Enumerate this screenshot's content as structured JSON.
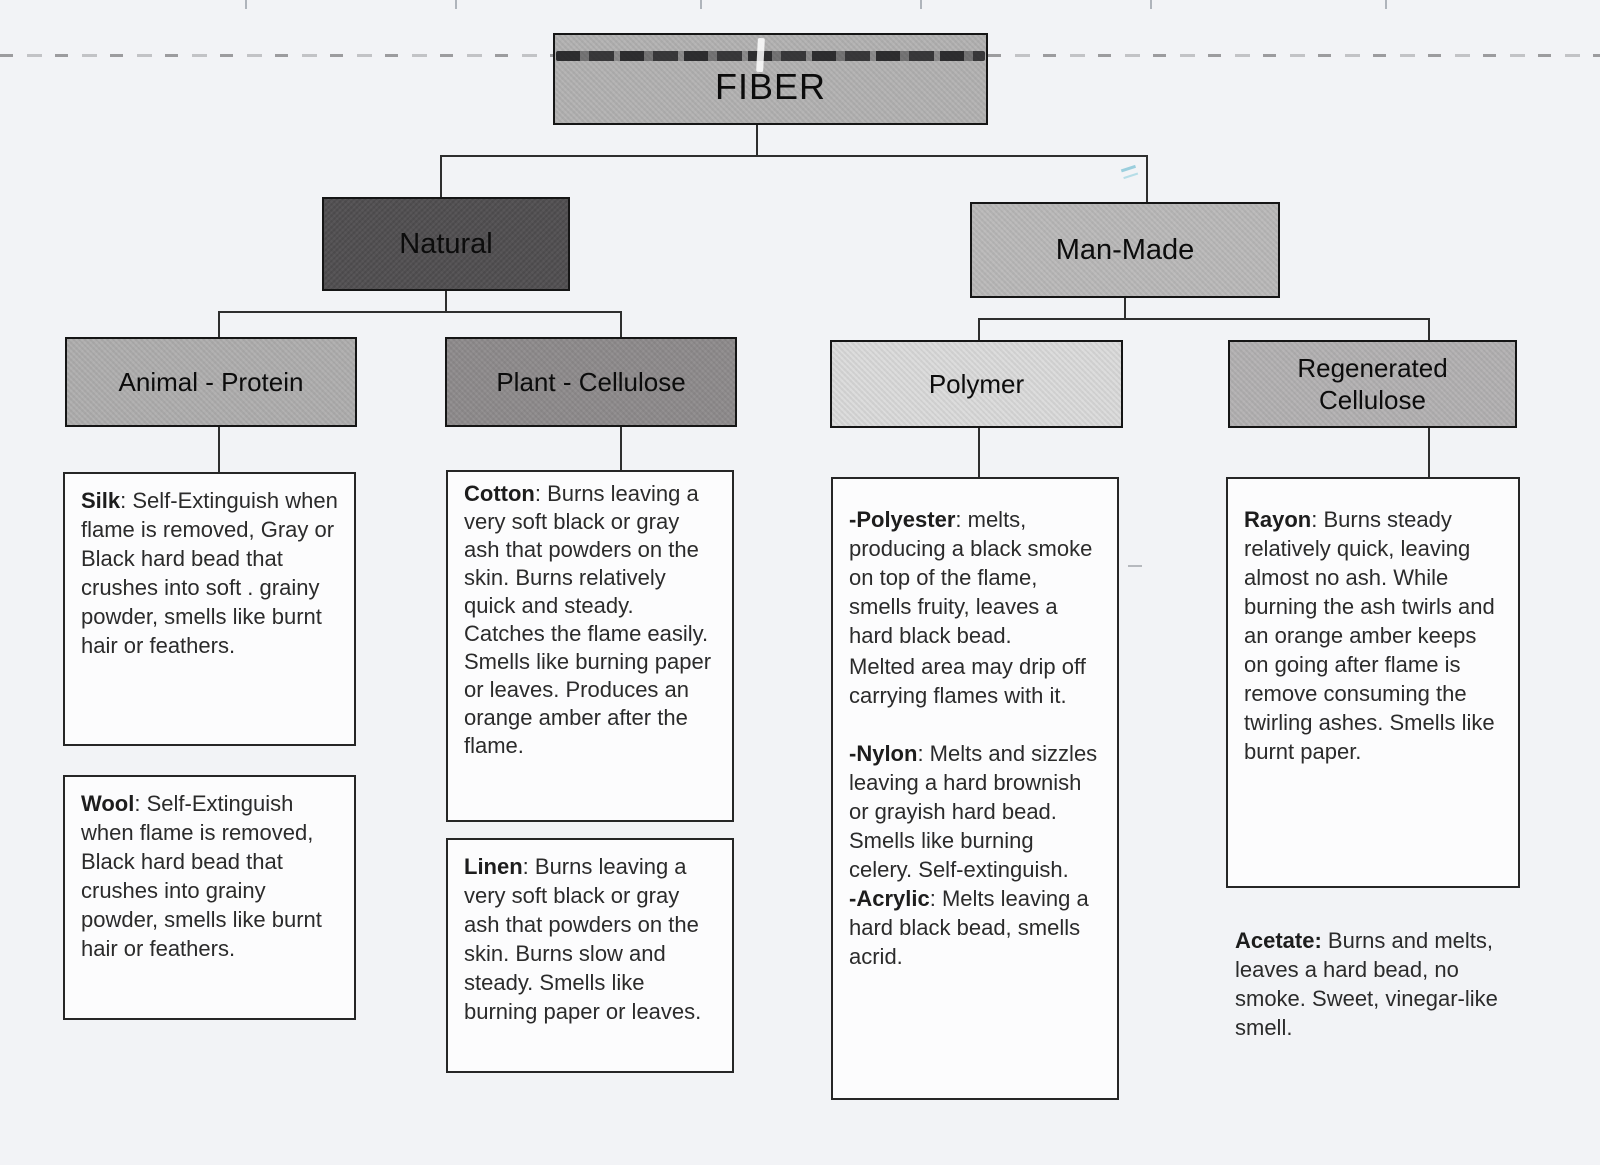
{
  "colors": {
    "page_bg": "#f2f3f6",
    "root_bg": "#b3b2b2",
    "natural_bg": "#504e50",
    "manmade_bg": "#bab9b9",
    "animal_bg": "#afaeae",
    "plant_bg": "#8e8b8c",
    "polymer_bg": "#dbdbdb",
    "regen_bg": "#b3b1b2",
    "detail_bg": "#fcfcfd",
    "line": "#2e2e2e"
  },
  "nodes": {
    "root": {
      "label": "FIBER"
    },
    "natural": {
      "label": "Natural"
    },
    "manmade": {
      "label": "Man-Made"
    },
    "animal": {
      "label": "Animal - Protein"
    },
    "plant": {
      "label": "Plant - Cellulose"
    },
    "polymer": {
      "label": "Polymer"
    },
    "regen": {
      "label": "Regenerated Cellulose"
    }
  },
  "details": {
    "silk": {
      "term": "Silk",
      "body": ": Self-Extinguish when flame is removed, Gray or Black hard bead that crushes into soft . grainy powder, smells like burnt hair or feathers."
    },
    "wool": {
      "term": "Wool",
      "body": ": Self-Extinguish when flame is removed, Black hard bead that crushes into grainy powder, smells like burnt hair or feathers."
    },
    "cotton": {
      "term": "Cotton",
      "body": ": Burns leaving a very soft black or gray ash that powders on the skin. Burns relatively quick and steady. Catches the flame easily. Smells like burning paper or leaves. Produces an orange amber after the flame."
    },
    "linen": {
      "term": "Linen",
      "body": ": Burns leaving a very soft black or gray ash that powders on the skin. Burns slow and steady. Smells like burning paper or leaves."
    },
    "polymer": {
      "items": [
        {
          "term": "-Polyester",
          "body": ": melts, producing a black smoke on top of the flame, smells fruity, leaves a hard black bead."
        },
        {
          "term": "",
          "body": "Melted area may drip off carrying flames with it."
        },
        {
          "term": "-Nylon",
          "body": ": Melts and sizzles leaving a hard brownish or grayish hard bead. Smells like burning celery. Self-extinguish."
        },
        {
          "term": "-Acrylic",
          "body": ": Melts leaving a hard black bead, smells acrid."
        }
      ]
    },
    "rayon": {
      "term": "Rayon",
      "body": ": Burns steady relatively quick, leaving almost no ash. While burning the ash twirls and an orange amber keeps on going after flame is remove consuming the twirling ashes. Smells like burnt paper."
    },
    "acetate": {
      "term": "Acetate:",
      "body": " Burns and melts, leaves a hard bead, no smoke. Sweet, vinegar-like smell."
    }
  }
}
